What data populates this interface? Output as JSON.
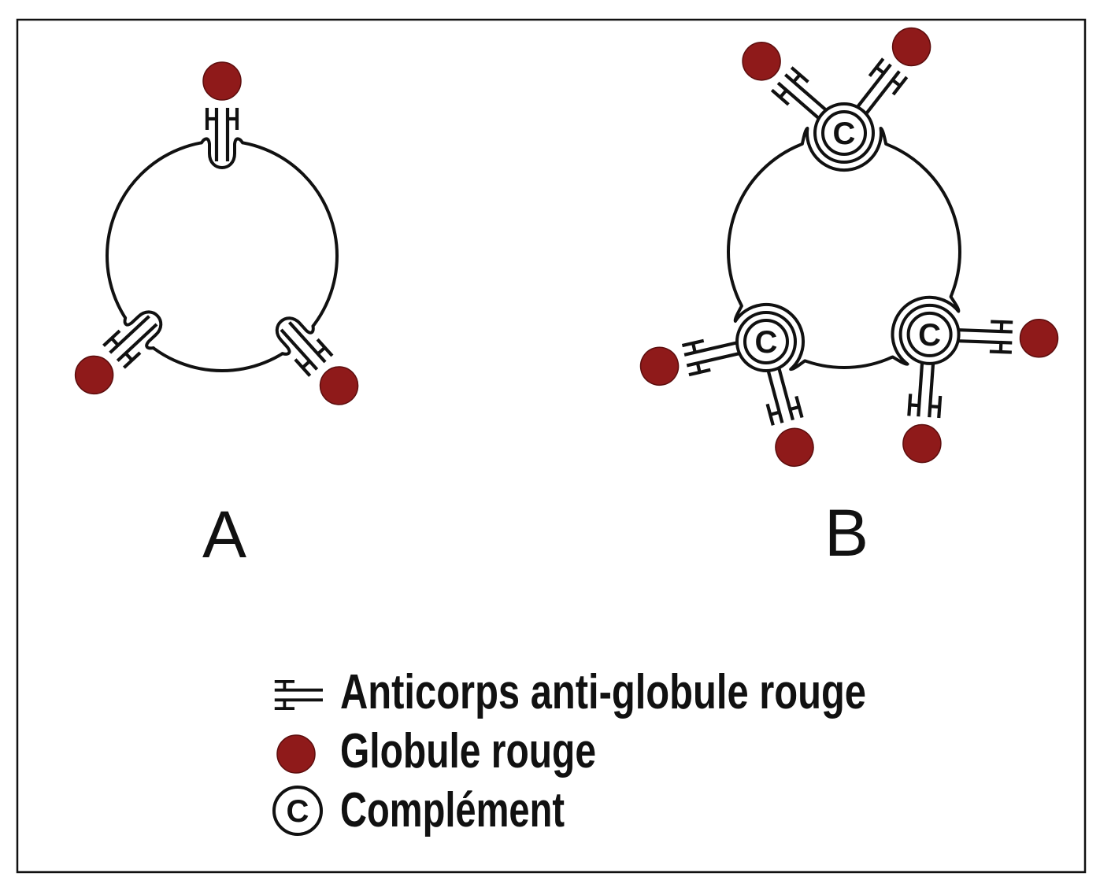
{
  "panels": {
    "a": {
      "label": "A"
    },
    "b": {
      "label": "B"
    }
  },
  "complement_letter": "C",
  "legend": {
    "antibody": {
      "icon": "antibody-icon",
      "label": "Anticorps anti-globule rouge"
    },
    "red_cell": {
      "icon": "red-blood-cell-icon",
      "label": "Globule rouge"
    },
    "complement": {
      "icon": "complement-icon",
      "label": "Complément"
    }
  },
  "colors": {
    "red_blood_cell": "#8f1a1a",
    "ink": "#111111",
    "background": "#ffffff"
  }
}
